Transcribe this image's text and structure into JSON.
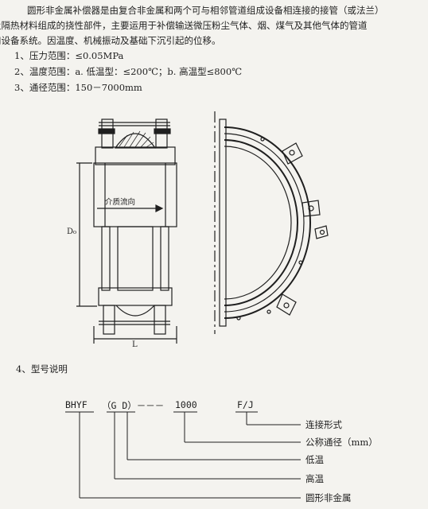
{
  "intro": {
    "line1": "圆形非金属补偿器是由复合非金属和两个可与相邻管道组成设备相连接的接管（或法兰）",
    "line2": "及隔热材料组成的挠性部件，主要运用于补偿输送微压粉尘气体、烟、煤气及其他气体的管道",
    "line3": "和设备系统。因温度、机械振动及基础下沉引起的位移。"
  },
  "specs": {
    "pressure": "1、压力范围：≤0.05MPa",
    "temperature": "2、温度范围：a. 低温型：≤200℃；b. 高温型≤800℃",
    "diameter": "3、通径范围：150－7000mm"
  },
  "drawing": {
    "flow_label": "介质流向",
    "diameter_label": "D₀",
    "length_label": "L"
  },
  "model": {
    "heading": "4、型号说明",
    "code_prefix": "BHYF",
    "code_paren": "（G D）－－－",
    "code_size": "1000",
    "code_conn": "F/J",
    "legend": [
      "连接形式",
      "公称通径（mm）",
      "低温",
      "高温",
      "圆形非金属"
    ]
  },
  "colors": {
    "ink": "#1f1f1f",
    "paper": "#f4f3ef"
  }
}
